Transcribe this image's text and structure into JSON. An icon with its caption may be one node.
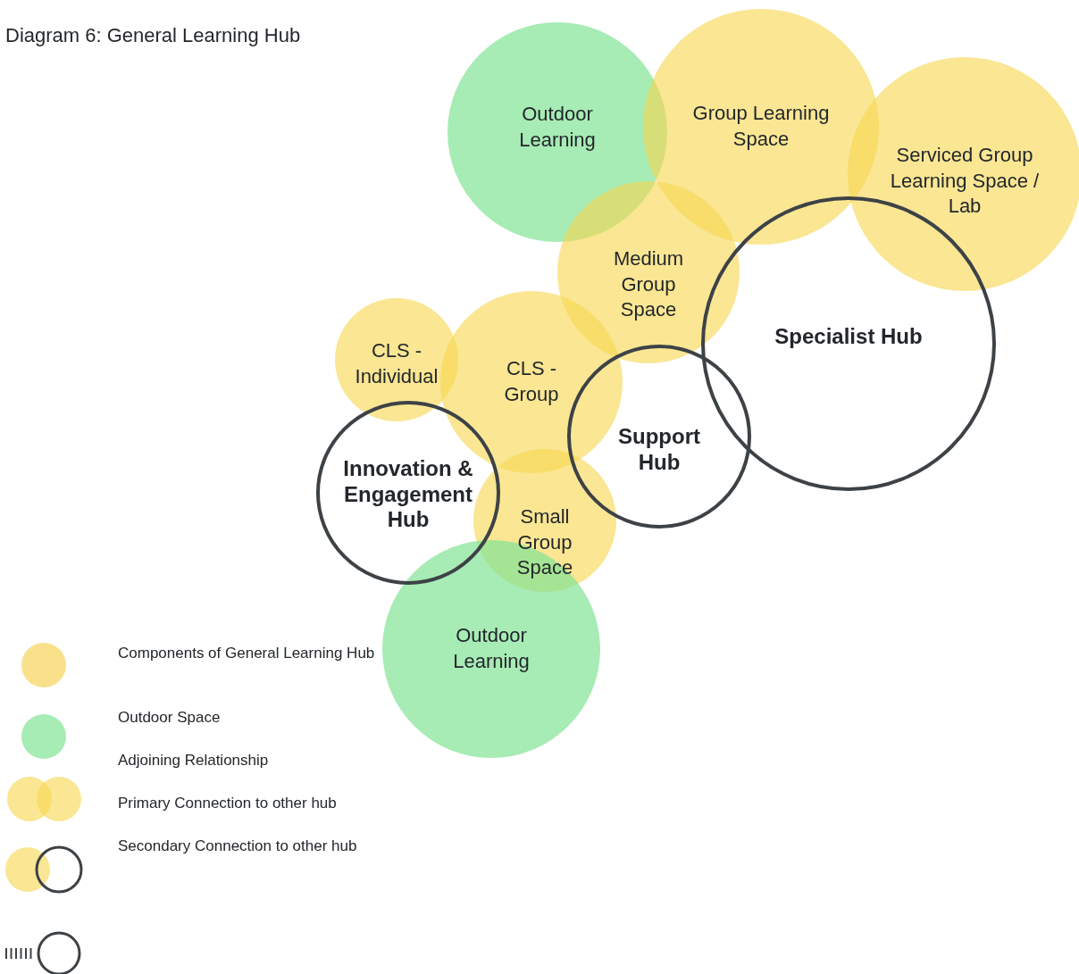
{
  "diagram": {
    "title": "Diagram 6: General Learning Hub",
    "nodes": [
      {
        "text": [
          "Outdoor Learning"
        ]
      },
      {
        "text": [
          "Group Learning Space"
        ]
      },
      {
        "text": [
          "Serviced Group Learning Space / Lab"
        ]
      },
      {
        "text": [
          "Medium Group Space"
        ]
      },
      {
        "text": [
          "Specialist Hub"
        ]
      },
      {
        "text": [
          "CLS - Individual"
        ]
      },
      {
        "text": [
          "CLS - Group"
        ]
      },
      {
        "text": [
          "Support Hub"
        ]
      },
      {
        "text": [
          "Innovation & Engagement Hub"
        ]
      },
      {
        "text": [
          "Small Group Space"
        ]
      },
      {
        "text": [
          "Outdoor Learning"
        ]
      }
    ],
    "edges": [],
    "legend": [
      {
        "text": "Components of General Learning Hub",
        "color": "#f9e08a"
      },
      {
        "text": "Outdoor Space",
        "color": "#a6ecb4"
      },
      {
        "text": "Adjoining Relationship"
      },
      {
        "text": "Primary Connection to other hub"
      },
      {
        "text": "Secondary Connection to other hub"
      }
    ]
  }
}
